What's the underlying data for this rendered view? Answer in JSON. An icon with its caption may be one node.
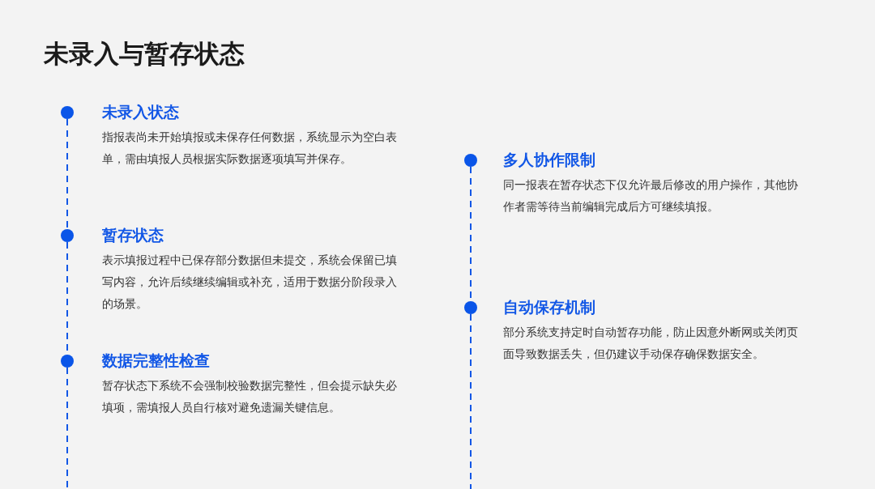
{
  "diagram": {
    "title": "未录入与暂存状态",
    "nodes": [
      {
        "text": [],
        "shape": "circle",
        "beside": [
          "未录入状态",
          "指报表尚未开始填报或未保存任何数据，系统显示为空白表单，需由填报人员根据实际数据逐项填写并保存。"
        ]
      },
      {
        "text": [],
        "shape": "circle",
        "beside": [
          "暂存状态",
          "表示填报过程中已保存部分数据但未提交，系统会保留已填写内容，允许后续继续编辑或补充，适用于数据分阶段录入的场景。"
        ]
      },
      {
        "text": [],
        "shape": "circle",
        "beside": [
          "数据完整性检查",
          "暂存状态下系统不会强制校验数据完整性，但会提示缺失必填项，需填报人员自行核对避免遗漏关键信息。"
        ]
      },
      {
        "text": [],
        "shape": "circle",
        "beside": [
          "多人协作限制",
          "同一报表在暂存状态下仅允许最后修改的用户操作，其他协作者需等待当前编辑完成后方可继续填报。"
        ]
      },
      {
        "text": [],
        "shape": "circle",
        "beside": [
          "自动保存机制",
          "部分系统支持定时自动暂存功能，防止因意外断网或关闭页面导致数据丢失，但仍建议手动保存确保数据安全。"
        ]
      }
    ],
    "edges": [
      {
        "from": 0,
        "to": 1,
        "arrow": "none",
        "style": "dashed"
      },
      {
        "from": 1,
        "to": 2,
        "arrow": "none",
        "style": "dashed"
      },
      {
        "from": 2,
        "to": null,
        "arrow": "none",
        "style": "dashed"
      },
      {
        "from": 3,
        "to": 4,
        "arrow": "none",
        "style": "dashed"
      },
      {
        "from": 4,
        "to": null,
        "arrow": "none",
        "style": "dashed"
      }
    ]
  }
}
